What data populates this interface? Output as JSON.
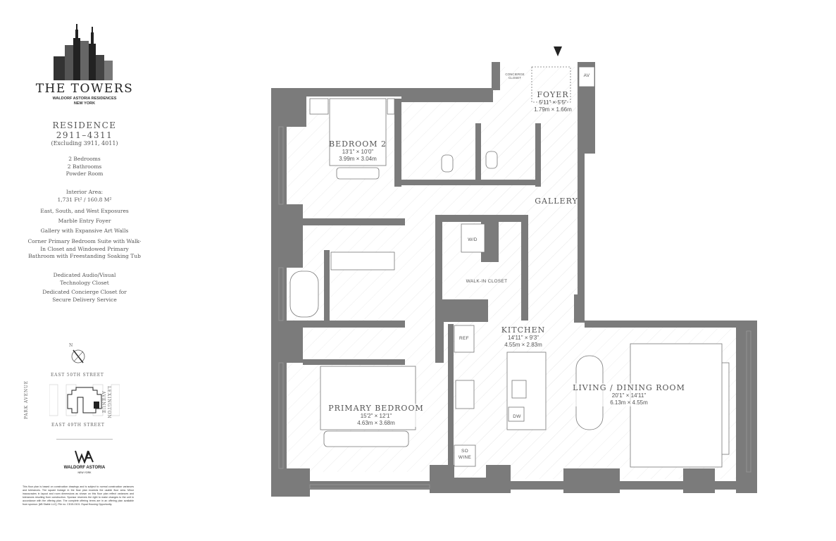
{
  "brand": {
    "logo_icon": "waldorf-towers-skyline",
    "title": "THE TOWERS",
    "subtitle_1": "WALDORF ASTORIA RESIDENCES",
    "subtitle_2": "NEW YORK"
  },
  "residence": {
    "heading": "RESIDENCE",
    "number": "2911–4311",
    "note": "(Excluding 3911, 4011)",
    "rooms": [
      "2 Bedrooms",
      "2 Bathrooms",
      "Powder Room"
    ],
    "area_label": "Interior Area:",
    "area_value": "1,731 Ft² / 160.8 M²",
    "features": [
      "East, South, and West Exposures",
      "Marble Entry Foyer",
      "Gallery with Expansive Art Walls",
      "Corner Primary Bedroom Suite with Walk-In Closet and Windowed Primary Bathroom with Freestanding Soaking Tub",
      "Dedicated Audio/Visual Technology Closet",
      "Dedicated Concierge Closet for Secure Delivery Service"
    ]
  },
  "keyplan": {
    "north": "N",
    "north_street": "EAST 50TH STREET",
    "south_street": "EAST 49TH STREET",
    "west_avenue": "PARK AVENUE",
    "east_avenue_1": "LEXINGTON",
    "east_avenue_2": "AVENUE"
  },
  "footer_brand": {
    "logo_icon": "waldorf-astoria-wa-monogram",
    "name": "WALDORF ASTORIA",
    "city": "NEW YORK"
  },
  "disclaimer": "This floor plan is based on construction drawings and is subject to normal construction variances and tolerances. The square footage in the floor plan exceeds the usable floor area. Minor inaccuracies in layout and room dimensions as shown on this floor plan reflect variances and tolerances resulting from construction. Sponsor reserves the right to make changes to the unit in accordance with the offering plan. The complete offering terms are in an offering plan available from sponsor. [AB Stable LLC]. File no. CD15-0101. Equal Housing Opportunity.",
  "plan": {
    "wall_color": "#7b7b7b",
    "entry_arrow_icon": "entry-arrow",
    "rooms": {
      "foyer": {
        "name": "FOYER",
        "imperial": "5'11\" × 5'5\"",
        "metric": "1.79m × 1.66m"
      },
      "bedroom2": {
        "name": "BEDROOM 2",
        "imperial": "13'1\" × 10'0\"",
        "metric": "3.99m × 3.04m"
      },
      "gallery": {
        "name": "GALLERY"
      },
      "walkin": {
        "name": "WALK-IN CLOSET"
      },
      "kitchen": {
        "name": "KITCHEN",
        "imperial": "14'11\" × 9'3\"",
        "metric": "4.55m × 2.83m"
      },
      "living": {
        "name": "LIVING / DINING ROOM",
        "imperial": "20'1\" × 14'11\"",
        "metric": "6.13m × 4.55m"
      },
      "primary": {
        "name": "PRIMARY BEDROOM",
        "imperial": "15'2\" × 12'1\"",
        "metric": "4.63m × 3.68m"
      }
    },
    "labels": {
      "concierge_1": "CONCIERGE",
      "concierge_2": "CLOSET",
      "av": "AV",
      "wd": "W/D",
      "ref": "REF",
      "dw": "DW",
      "wine_1": "SO",
      "wine_2": "WINE"
    }
  }
}
